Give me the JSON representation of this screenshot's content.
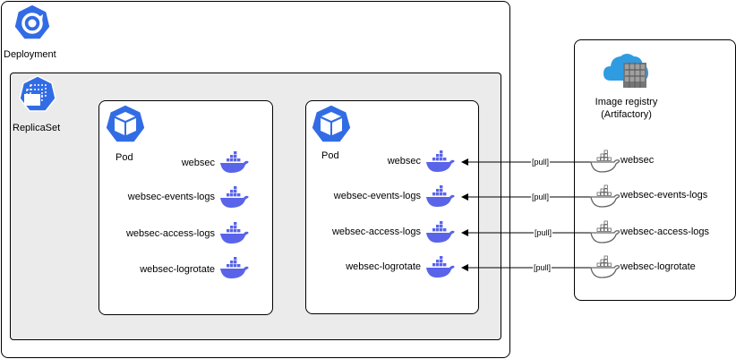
{
  "deployment": {
    "label": "Deployment",
    "icon": "kubernetes-deployment-icon"
  },
  "replicaset": {
    "label": "ReplicaSet",
    "icon": "kubernetes-replicaset-icon"
  },
  "pods": [
    {
      "label": "Pod",
      "icon": "kubernetes-pod-icon",
      "containers": [
        "websec",
        "websec-events-logs",
        "websec-access-logs",
        "websec-logrotate"
      ]
    },
    {
      "label": "Pod",
      "icon": "kubernetes-pod-icon",
      "containers": [
        "websec",
        "websec-events-logs",
        "websec-access-logs",
        "websec-logrotate"
      ]
    }
  ],
  "registry": {
    "title": "Image registry",
    "subtitle": "(Artifactory)",
    "icon": "azure-container-registry-icon",
    "images": [
      "websec",
      "websec-events-logs",
      "websec-access-logs",
      "websec-logrotate"
    ]
  },
  "edges": [
    "[pull]",
    "[pull]",
    "[pull]",
    "[pull]"
  ],
  "colors": {
    "k8s_blue": "#326ce5",
    "docker_purple": "#5964e8",
    "docker_gray": "#666666",
    "azure_blue": "#2f9be0"
  }
}
